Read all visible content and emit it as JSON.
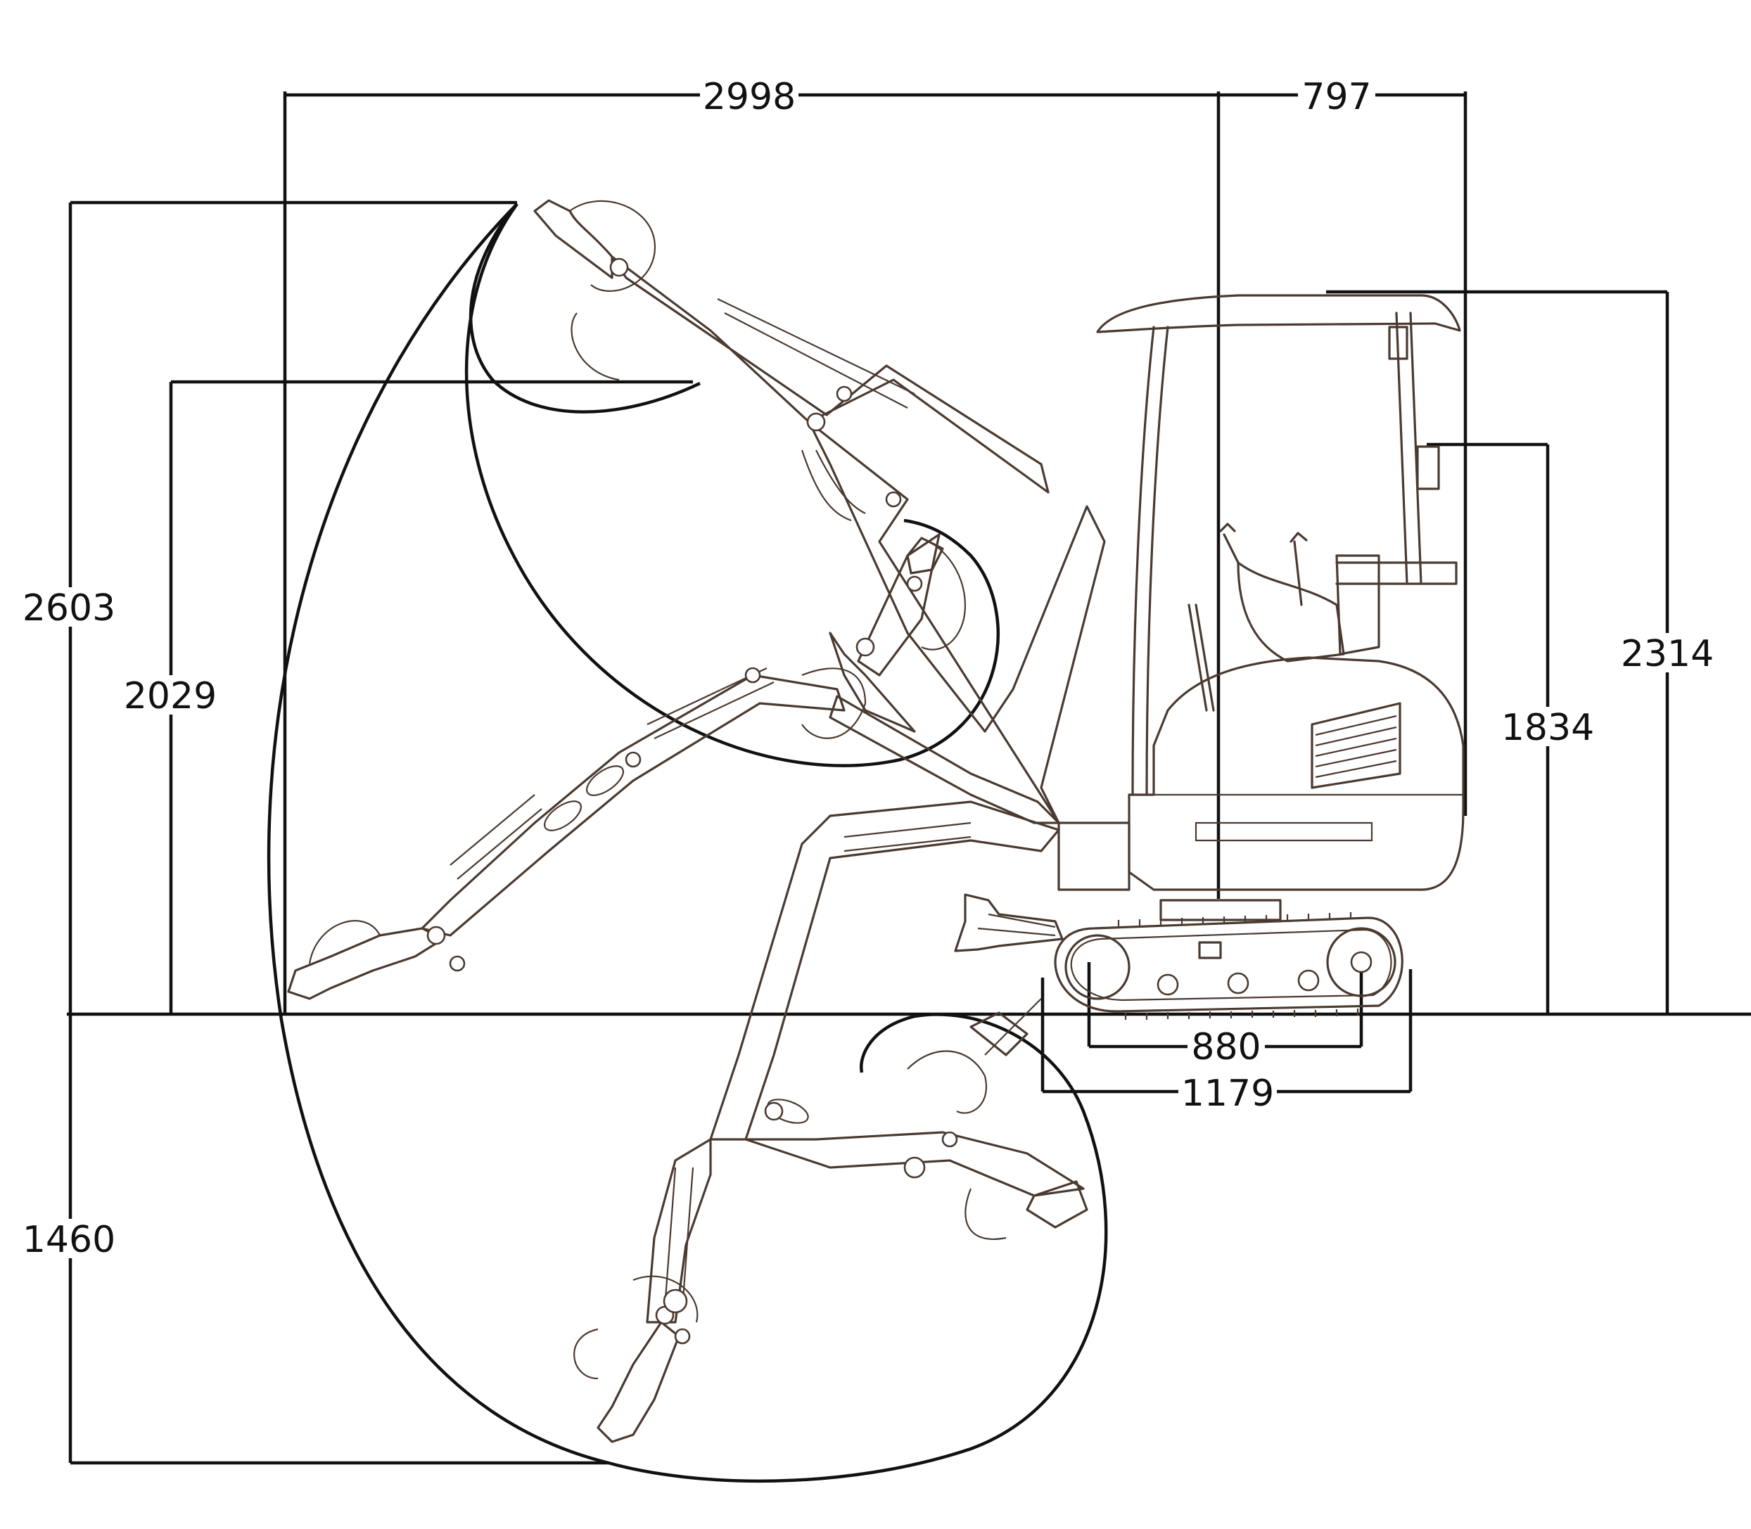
{
  "dimensions": {
    "overall_reach_width": "2998",
    "tail_offset": "797",
    "max_reach_height": "2603",
    "max_dump_height": "2029",
    "canopy_height": "2314",
    "upper_height": "1834",
    "max_dig_depth": "1460",
    "track_wheelbase": "880",
    "track_length": "1179"
  },
  "colors": {
    "dimension_lines": "#111111",
    "machine_outline": "#4a3a30",
    "background": "#ffffff"
  }
}
